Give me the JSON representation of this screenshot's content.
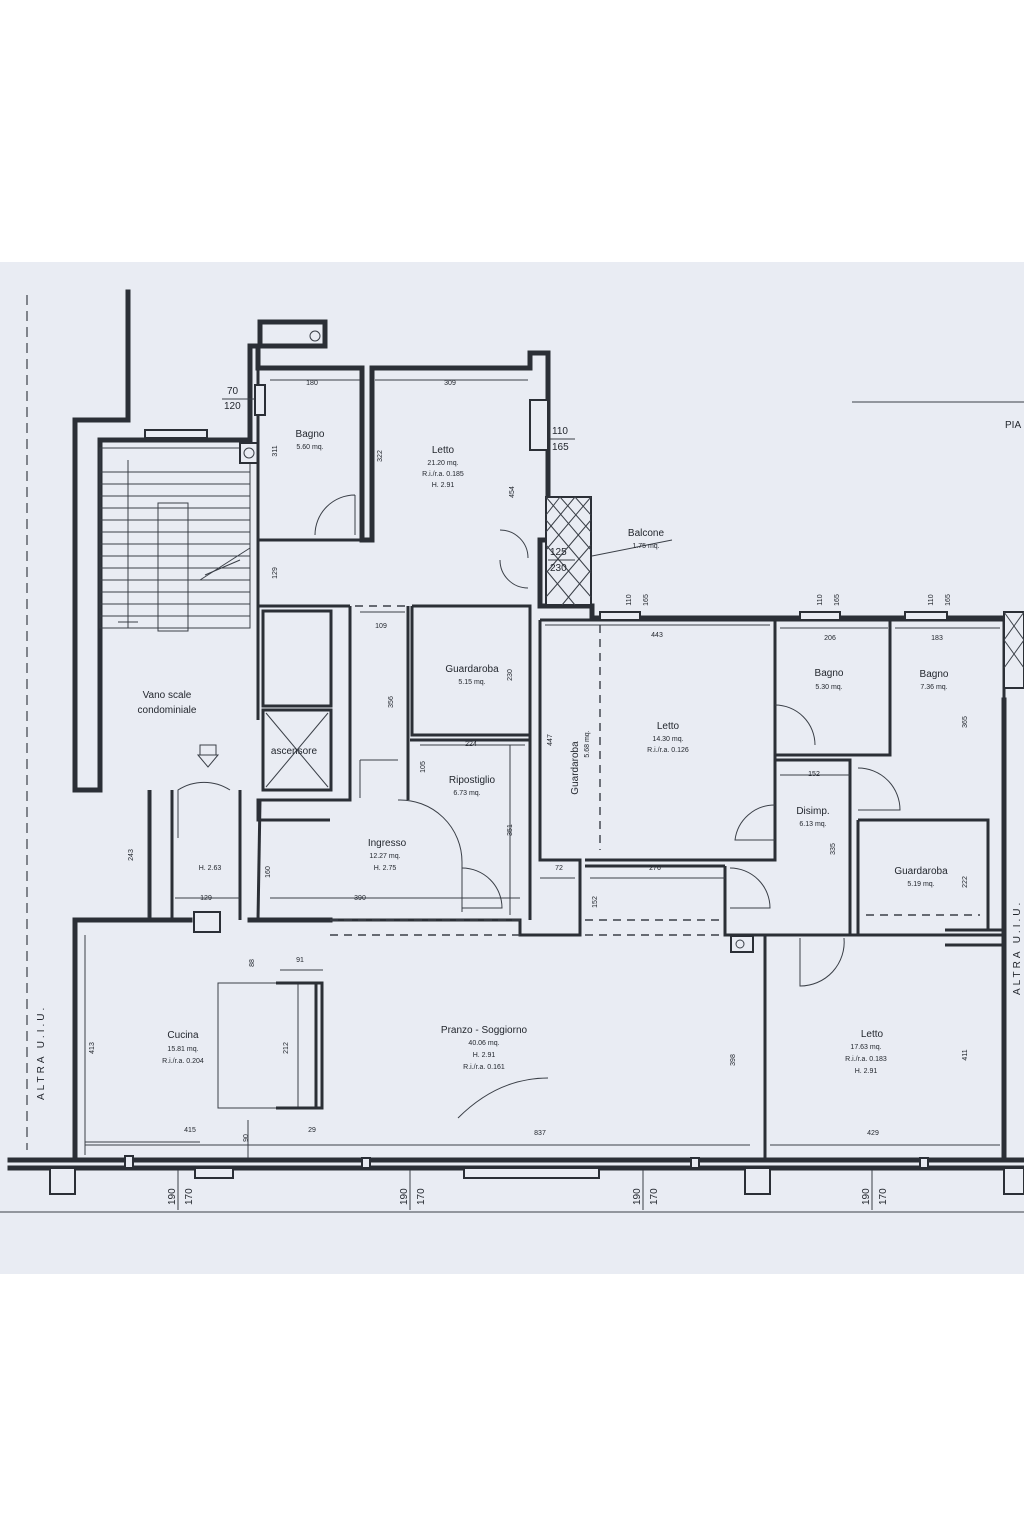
{
  "header": {
    "truncated_label": "PIA"
  },
  "neighbors": {
    "left": "ALTRA U.I.U.",
    "right": "ALTRA U.I.U."
  },
  "rooms": {
    "bagno1": {
      "name": "Bagno",
      "area": "5.60 mq."
    },
    "letto1": {
      "name": "Letto",
      "area": "21.20 mq.",
      "ratio": "R.i./r.a. 0.185",
      "height": "H. 2.91"
    },
    "balcone": {
      "name": "Balcone",
      "area": "1.75 mq."
    },
    "guardaroba1": {
      "name": "Guardaroba",
      "area": "5.15 mq."
    },
    "vano": {
      "name_line1": "Vano scale",
      "name_line2": "condominiale"
    },
    "ascensore": {
      "name": "ascensore"
    },
    "ripostiglio": {
      "name": "Ripostiglio",
      "area": "6.73 mq."
    },
    "ingresso": {
      "name": "Ingresso",
      "area": "12.27 mq.",
      "height": "H. 2.75"
    },
    "piccolo": {
      "height": "H. 2.63"
    },
    "guardaroba2": {
      "name": "Guardaroba",
      "area": "5.68 mq."
    },
    "letto2": {
      "name": "Letto",
      "area": "14.30 mq.",
      "ratio": "R.i./r.a. 0.126"
    },
    "bagno2": {
      "name": "Bagno",
      "area": "5.30 mq."
    },
    "bagno3": {
      "name": "Bagno",
      "area": "7.36 mq."
    },
    "disimp": {
      "name": "Disimp.",
      "area": "6.13 mq."
    },
    "guardaroba3": {
      "name": "Guardaroba",
      "area": "5.19 mq."
    },
    "cucina": {
      "name": "Cucina",
      "area": "15.81 mq.",
      "ratio": "R.i./r.a. 0.204"
    },
    "soggiorno": {
      "name": "Pranzo - Soggiorno",
      "area": "40.06 mq.",
      "height": "H. 2.91",
      "ratio": "R.i./r.a. 0.161"
    },
    "letto3": {
      "name": "Letto",
      "area": "17.63 mq.",
      "ratio": "R.i./r.a. 0.183",
      "height": "H. 2.91"
    }
  },
  "dims": {
    "d70": "70",
    "d120": "120",
    "d180": "180",
    "d309": "309",
    "d110a": "110",
    "d165a": "165",
    "d311": "311",
    "d322": "322",
    "d454": "454",
    "d125": "125",
    "d230a": "230",
    "d129v": "129",
    "d109": "109",
    "d356": "356",
    "d230b": "230",
    "d224": "224",
    "d105": "105",
    "d351": "351",
    "d243": "243",
    "d160": "160",
    "d129h": "129",
    "d390": "390",
    "d72": "72",
    "d276": "276",
    "d152v": "152",
    "d443": "443",
    "d447": "447",
    "d206": "206",
    "d183": "183",
    "d365": "365",
    "d152h": "152",
    "d335": "335",
    "d222": "222",
    "d110b": "110",
    "d165b": "165",
    "d110c": "110",
    "d165c": "165",
    "d110d": "110",
    "d165d": "165",
    "d88": "88",
    "d91": "91",
    "d413": "413",
    "d212": "212",
    "d415": "415",
    "d90": "90",
    "d29": "29",
    "d837": "837",
    "d398": "398",
    "d411": "411",
    "d429": "429",
    "w190a": "190",
    "w170a": "170",
    "w190b": "190",
    "w170b": "170",
    "w190c": "190",
    "w170c": "170",
    "w190d": "190",
    "w170d": "170"
  }
}
